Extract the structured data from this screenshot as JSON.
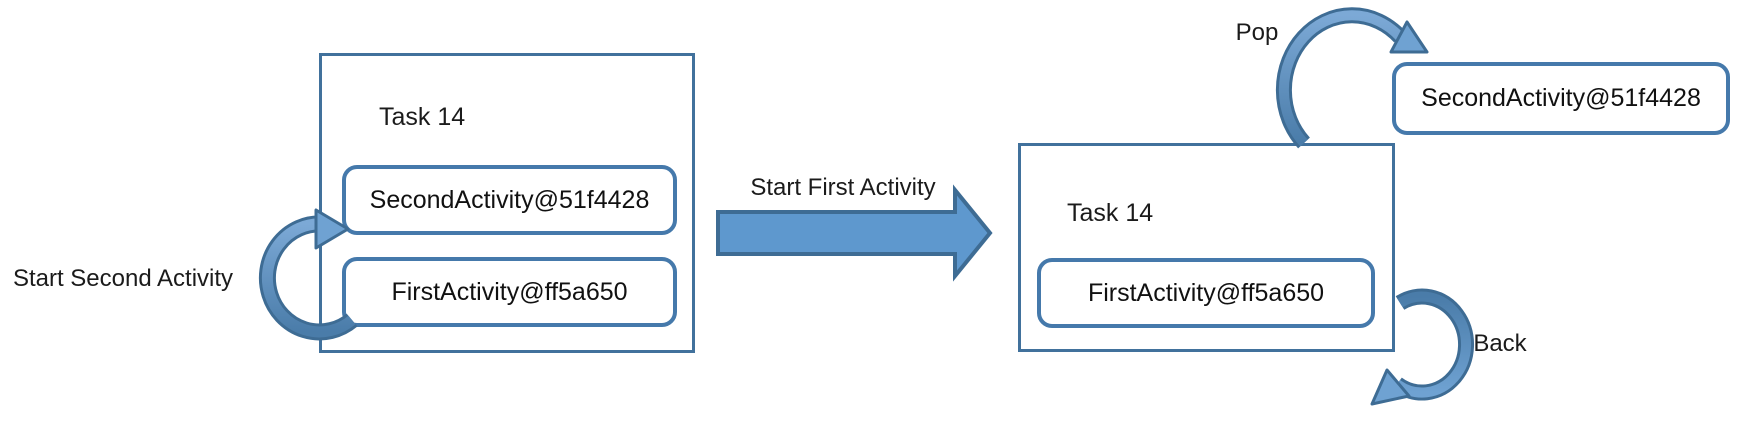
{
  "diagram": {
    "title_context": "Android activity task stack diagram",
    "left_task": {
      "title": "Task 14",
      "activities": [
        "SecondActivity@51f4428",
        "FirstActivity@ff5a650"
      ]
    },
    "right_task": {
      "title": "Task 14",
      "activities": [
        "FirstActivity@ff5a650"
      ]
    },
    "popped_activity": "SecondActivity@51f4428",
    "labels": {
      "start_second": "Start Second Activity",
      "start_first": "Start First Activity",
      "pop": "Pop",
      "back": "Back"
    },
    "colors": {
      "background": "#ffffff",
      "task_box_border": "#41719C",
      "activity_box_border": "#4579AB",
      "arrow_fill": "#5E98CE",
      "arrow_outline": "#3E6C94",
      "arrow_band_light": "#7CA9D6",
      "arrow_band_dark": "#4A7CA9",
      "text": "#1B1B1B"
    }
  }
}
